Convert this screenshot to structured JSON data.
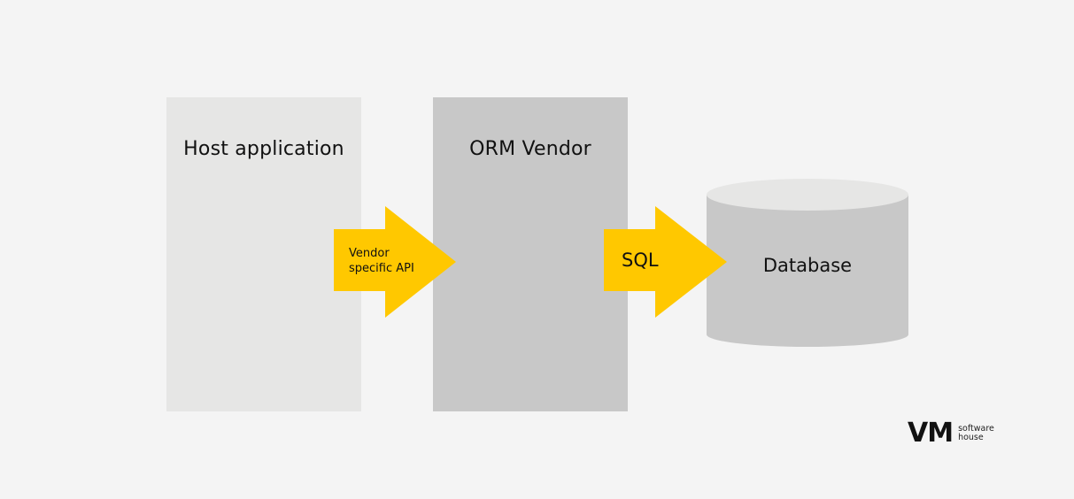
{
  "diagram": {
    "nodes": [
      {
        "id": "host",
        "label": "Host application",
        "shape": "rectangle",
        "fill": "#e6e6e5"
      },
      {
        "id": "orm",
        "label": "ORM Vendor",
        "shape": "rectangle",
        "fill": "#c8c8c8"
      },
      {
        "id": "db",
        "label": "Database",
        "shape": "cylinder",
        "fill": "#c8c8c8",
        "top_fill": "#e6e6e5"
      }
    ],
    "edges": [
      {
        "from": "host",
        "to": "orm",
        "label_lines": [
          "Vendor",
          "specific API"
        ],
        "fill": "#ffc800"
      },
      {
        "from": "orm",
        "to": "db",
        "label": "SQL",
        "fill": "#ffc800"
      }
    ]
  },
  "logo": {
    "mark": "VM",
    "line1": "software",
    "line2": "house"
  },
  "colors": {
    "background": "#f4f4f4",
    "accent": "#ffc800"
  }
}
